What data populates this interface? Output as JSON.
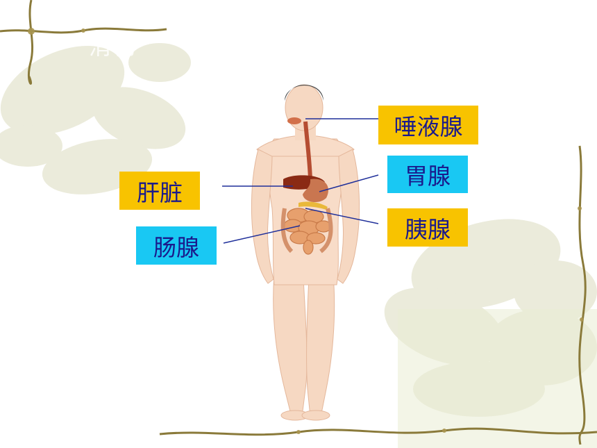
{
  "title": "消化",
  "labels": {
    "salivary": "唾液腺",
    "gastric": "胃腺",
    "liver": "肝脏",
    "pancreas": "胰腺",
    "intestinal": "肠腺"
  },
  "colors": {
    "yellow_box": "#f8c300",
    "cyan_box": "#19c8f3",
    "label_text": "#1a1a8c",
    "leader_line": "#1f2f9a",
    "vine": "#8a7a3a"
  }
}
